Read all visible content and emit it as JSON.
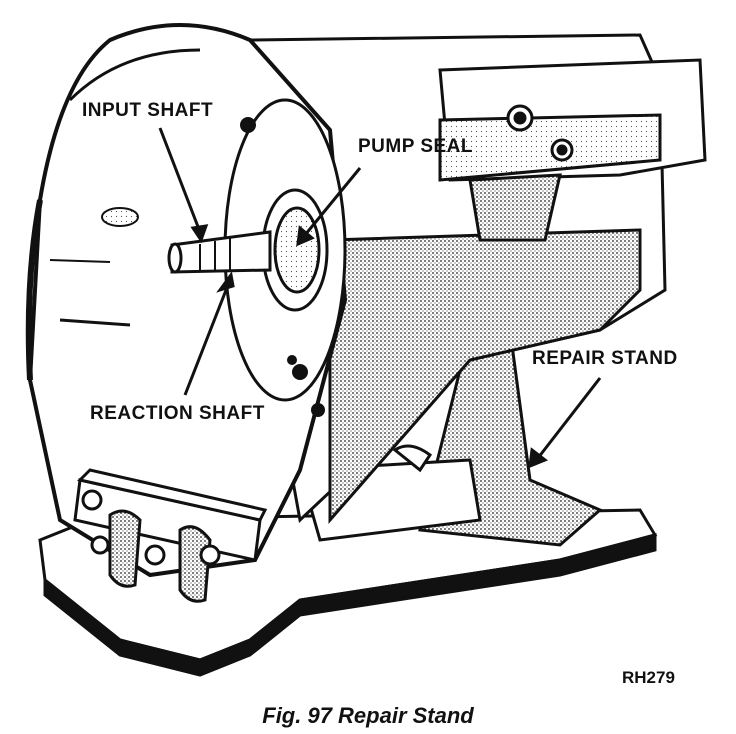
{
  "labels": {
    "input_shaft": "INPUT SHAFT",
    "pump_seal": "PUMP SEAL",
    "reaction_shaft": "REACTION SHAFT",
    "repair_stand": "REPAIR STAND"
  },
  "figure_code": "RH279",
  "caption": "Fig. 97 Repair Stand"
}
